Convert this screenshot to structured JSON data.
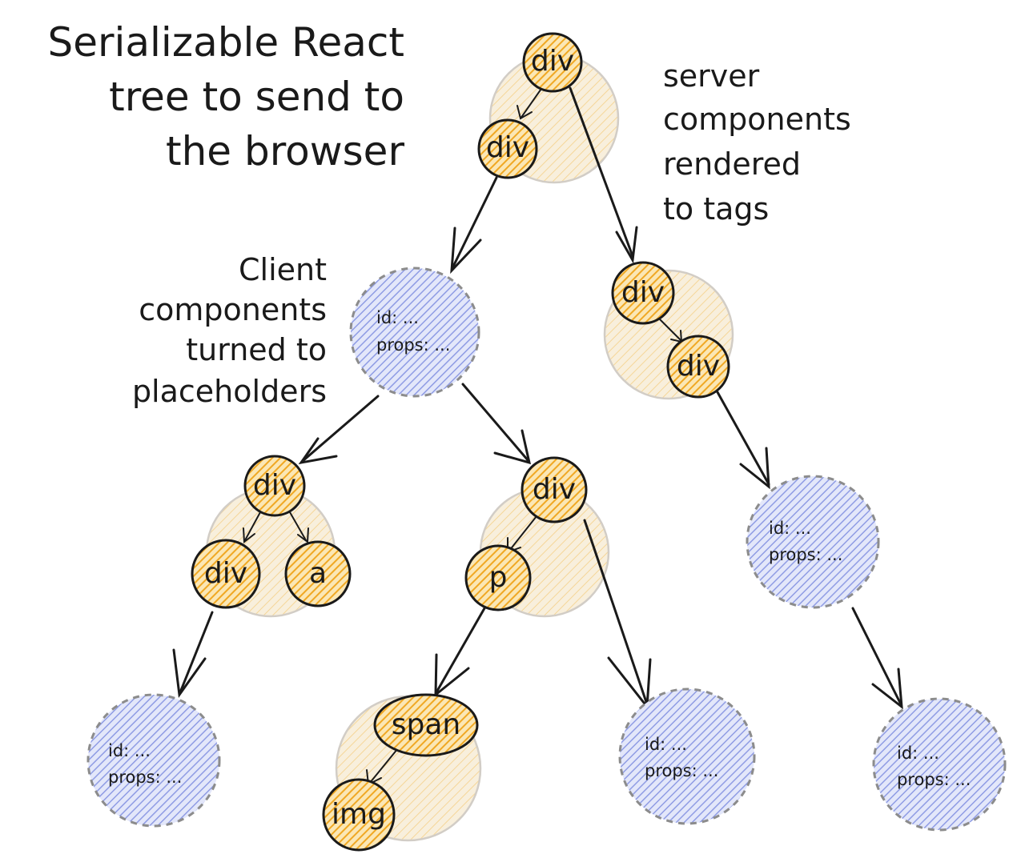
{
  "title": {
    "line1": "Serializable React",
    "line2": "tree to send to",
    "line3": "the browser"
  },
  "server_note": {
    "line1": "server",
    "line2": "components",
    "line3": "rendered",
    "line4": "to tags"
  },
  "client_note": {
    "line1": "Client",
    "line2": "components",
    "line3": "turned to",
    "line4": "placeholders"
  },
  "nodes": {
    "root": "div",
    "root_child": "div",
    "right_div_1": "div",
    "right_div_2": "div",
    "left_group_div": "div",
    "left_group_child_div": "div",
    "left_group_child_a": "a",
    "mid_group_div": "div",
    "mid_group_p": "p",
    "span_group_span": "span",
    "span_group_img": "img"
  },
  "placeholder": {
    "id_label": "id: ...",
    "props_label": "props: ..."
  },
  "colors": {
    "server_node": "#f2b02e",
    "server_group": "#f3e3c2",
    "client_placeholder": "#8f9ce4",
    "ink": "#1a1a1a"
  }
}
